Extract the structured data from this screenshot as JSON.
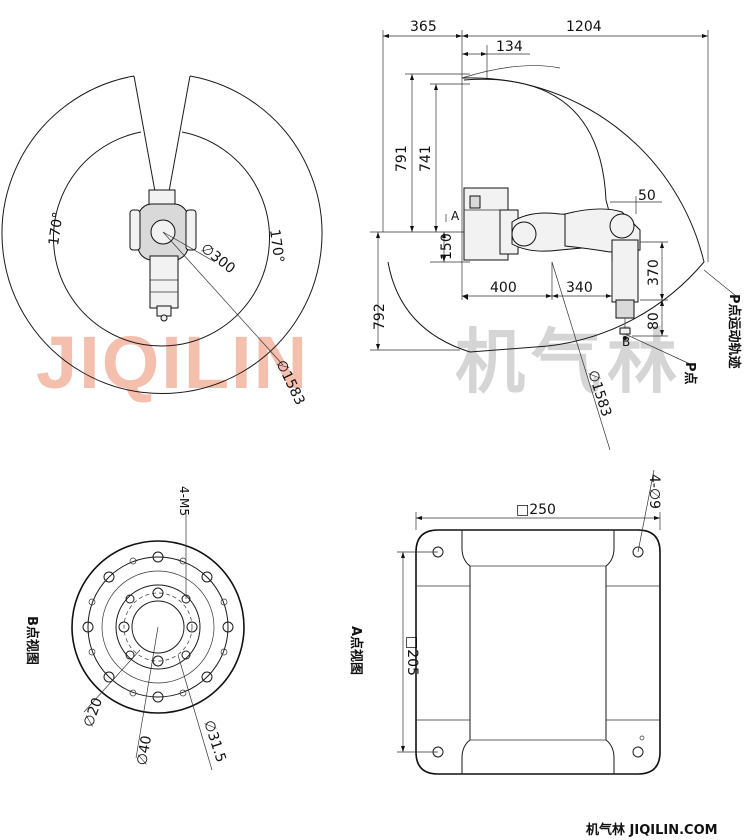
{
  "top_view": {
    "angle_left": "170°",
    "angle_right": "170°",
    "dia_300": "∅300",
    "dia_1583": "∅1583"
  },
  "side_view": {
    "dim_365": "365",
    "dim_1204": "1204",
    "dim_134": "134",
    "dim_791": "791",
    "dim_741": "741",
    "dim_150": "150",
    "dim_792": "792",
    "dim_400": "400",
    "dim_340": "340",
    "dim_50": "50",
    "dim_370": "370",
    "dim_80": "80",
    "dia_1583": "∅1583",
    "label_p_point": "P点",
    "label_p_trajectory": "P点运动轨迹",
    "label_a": "A",
    "label_b": "B"
  },
  "flange_view": {
    "title": "B点视图",
    "dim_4m5": "4-M5",
    "dia_20": "∅20",
    "dia_40": "∅40",
    "dia_31_5": "∅31.5"
  },
  "base_view": {
    "title": "A点视图",
    "dim_250": "□250",
    "dim_205": "□205",
    "dim_4_dia9": "4-∅9"
  },
  "watermark": {
    "en": "JIQILIN",
    "cn": "机气林"
  },
  "footer": {
    "text": "机气林 JIQILIN.COM"
  }
}
